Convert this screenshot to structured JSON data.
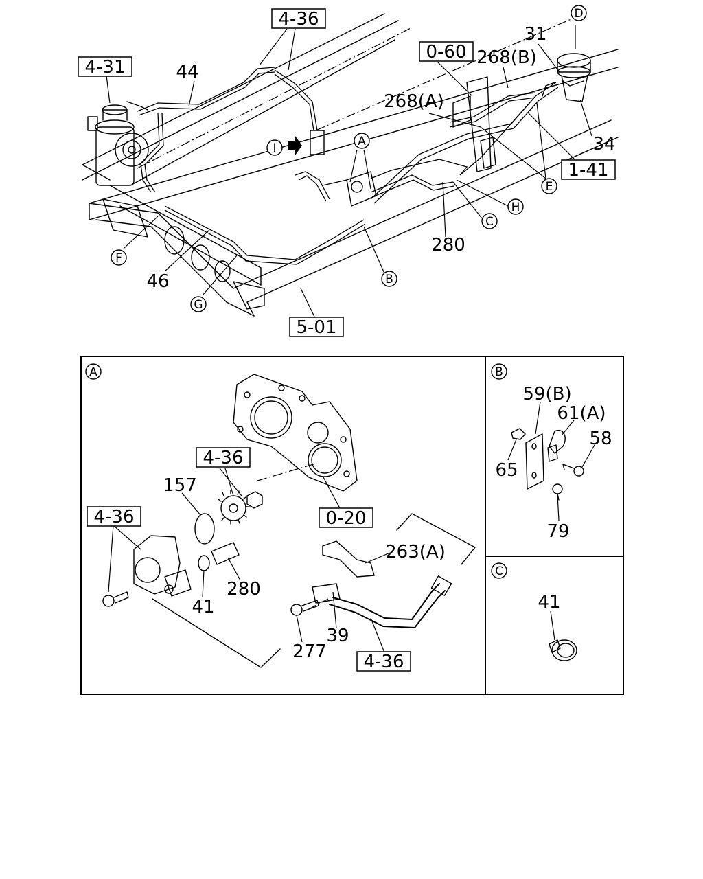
{
  "ref_boxes": {
    "r4_31": "4-31",
    "r4_36_top": "4-36",
    "r0_60": "0-60",
    "r1_41": "1-41",
    "r5_01": "5-01",
    "r4_36_a1": "4-36",
    "r0_20": "0-20",
    "r4_36_a2": "4-36",
    "r4_36_a3": "4-36"
  },
  "part_numbers": {
    "p44": "44",
    "p31": "31",
    "p268b": "268(B)",
    "p268a": "268(A)",
    "p34": "34",
    "p280_top": "280",
    "p46": "46",
    "p157": "157",
    "p263a": "263(A)",
    "p41_a": "41",
    "p280_a": "280",
    "p39": "39",
    "p277": "277",
    "p59b": "59(B)",
    "p61a": "61(A)",
    "p58": "58",
    "p65": "65",
    "p79": "79",
    "p41_c": "41"
  },
  "callouts": {
    "D": "D",
    "A": "A",
    "I": "I",
    "E": "E",
    "H": "H",
    "C": "C",
    "F": "F",
    "B": "B",
    "G": "G"
  },
  "panels": {
    "a": "A",
    "b": "B",
    "c": "C"
  }
}
